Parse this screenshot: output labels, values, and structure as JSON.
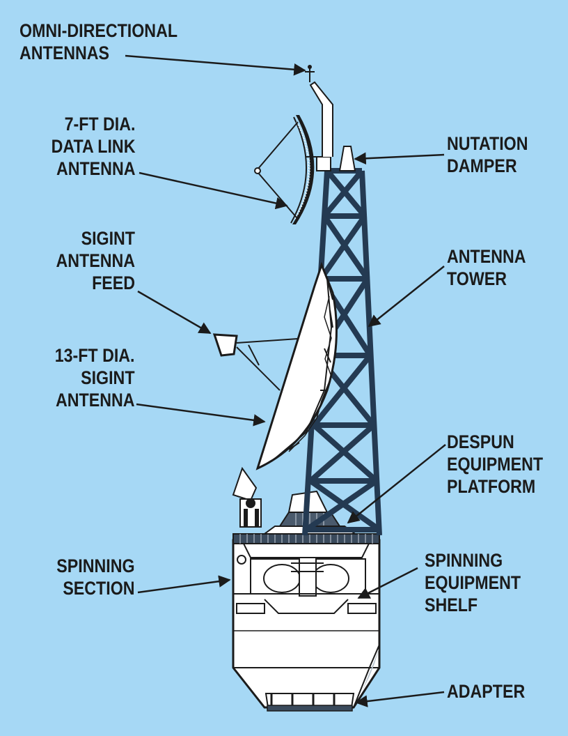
{
  "theme": {
    "background": "#a6d8f5",
    "ink": "#1b1b1b",
    "structure": "#243a52",
    "panel_fill": "#ffffff"
  },
  "labels": {
    "omni": [
      "OMNI-DIRECTIONAL",
      "ANTENNAS"
    ],
    "data_link": [
      "7-FT DIA.",
      "DATA LINK",
      "ANTENNA"
    ],
    "sigint_feed": [
      "SIGINT",
      "ANTENNA",
      "FEED"
    ],
    "sigint_antenna": [
      "13-FT DIA.",
      "SIGINT",
      "ANTENNA"
    ],
    "spinning_section": [
      "SPINNING",
      "SECTION"
    ],
    "nutation_damper": [
      "NUTATION",
      "DAMPER"
    ],
    "antenna_tower": [
      "ANTENNA",
      "TOWER"
    ],
    "despun_platform": [
      "DESPUN",
      "EQUIPMENT",
      "PLATFORM"
    ],
    "spinning_shelf": [
      "SPINNING",
      "EQUIPMENT",
      "SHELF"
    ],
    "adapter": [
      "ADAPTER"
    ]
  }
}
